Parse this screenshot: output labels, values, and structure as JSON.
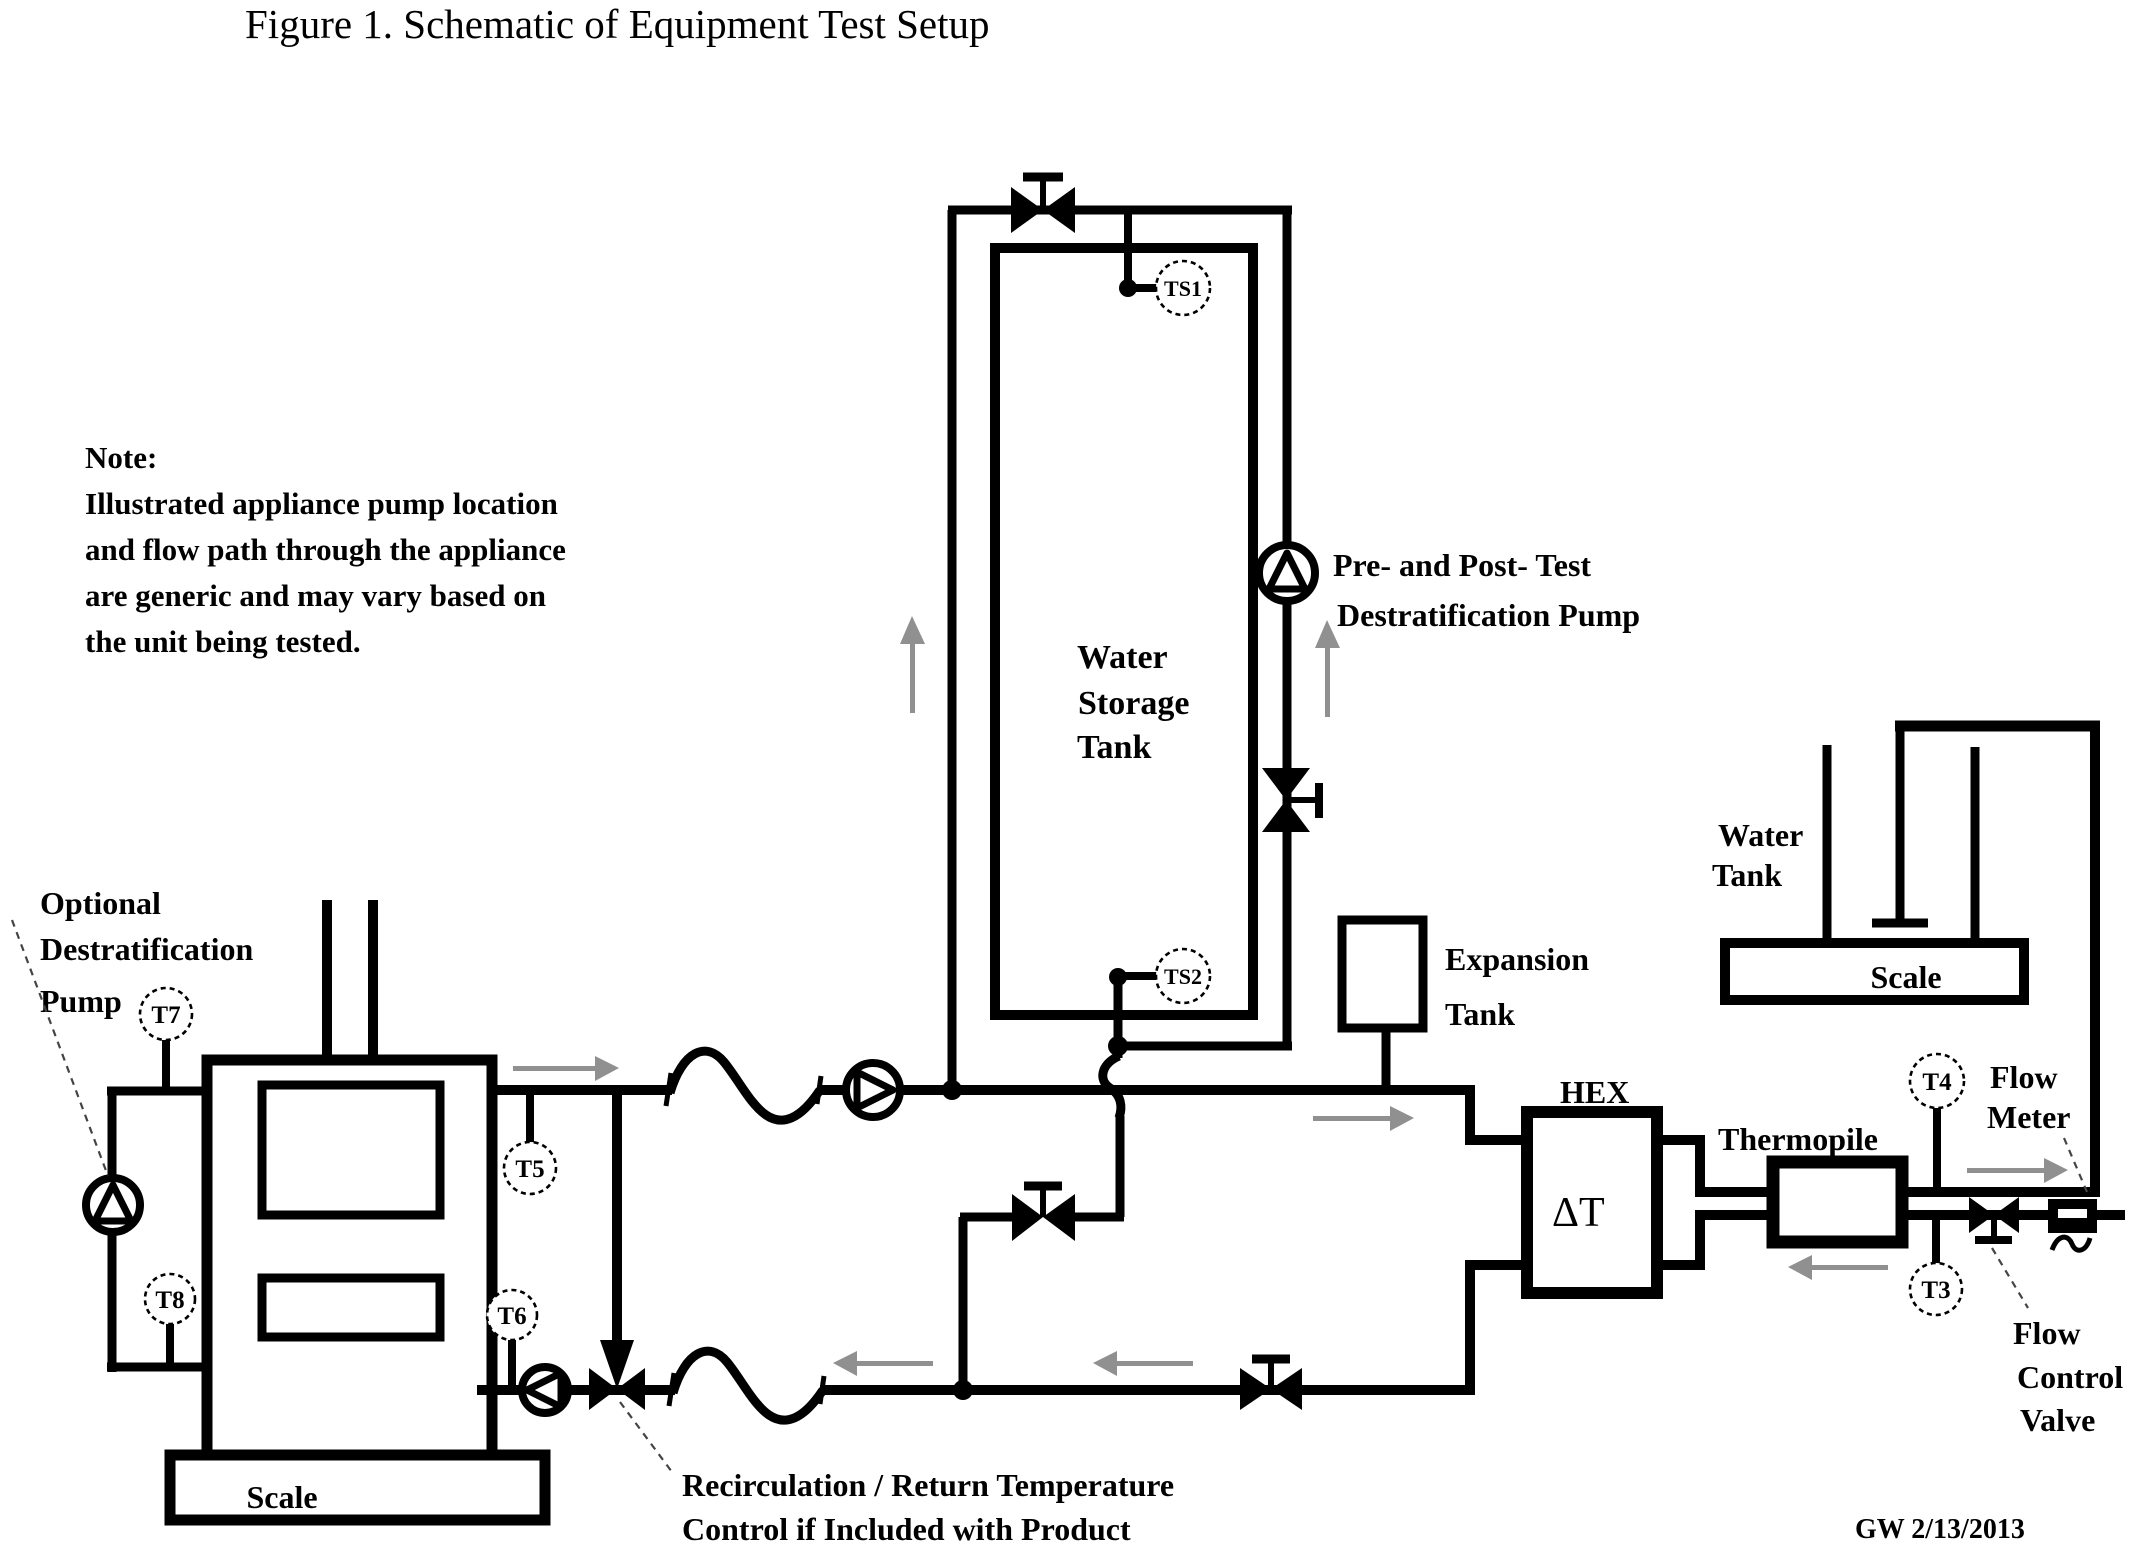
{
  "title": "Figure 1. Schematic of Equipment Test Setup",
  "note": {
    "heading": "Note:",
    "lines": [
      "Illustrated appliance pump location",
      "and flow path through the appliance",
      "are generic and may vary based on",
      "the unit being tested."
    ]
  },
  "labels": {
    "storage_tank": [
      "Water",
      "Storage",
      "Tank"
    ],
    "destrat_pump": [
      "Pre- and Post- Test",
      "Destratification Pump"
    ],
    "optional_pump": [
      "Optional",
      "Destratification",
      "Pump"
    ],
    "expansion_tank": [
      "Expansion",
      "Tank"
    ],
    "hex": "HEX",
    "hex_delta": "ΔT",
    "thermopile": "Thermopile",
    "water_tank": [
      "Water",
      "Tank"
    ],
    "water_tank_scale": "Scale",
    "appliance_scale": "Scale",
    "flow_meter": [
      "Flow",
      "Meter"
    ],
    "flow_control_valve": [
      "Flow",
      "Control",
      "Valve"
    ],
    "recirculation": [
      "Recirculation / Return Temperature",
      "Control if Included with Product"
    ]
  },
  "sensors": {
    "ts1": "TS1",
    "ts2": "TS2",
    "t3": "T3",
    "t4": "T4",
    "t5": "T5",
    "t6": "T6",
    "t7": "T7",
    "t8": "T8"
  },
  "signature": "GW 2/13/2013",
  "colors": {
    "ink": "#000000",
    "arrow": "#8f8f8f"
  }
}
